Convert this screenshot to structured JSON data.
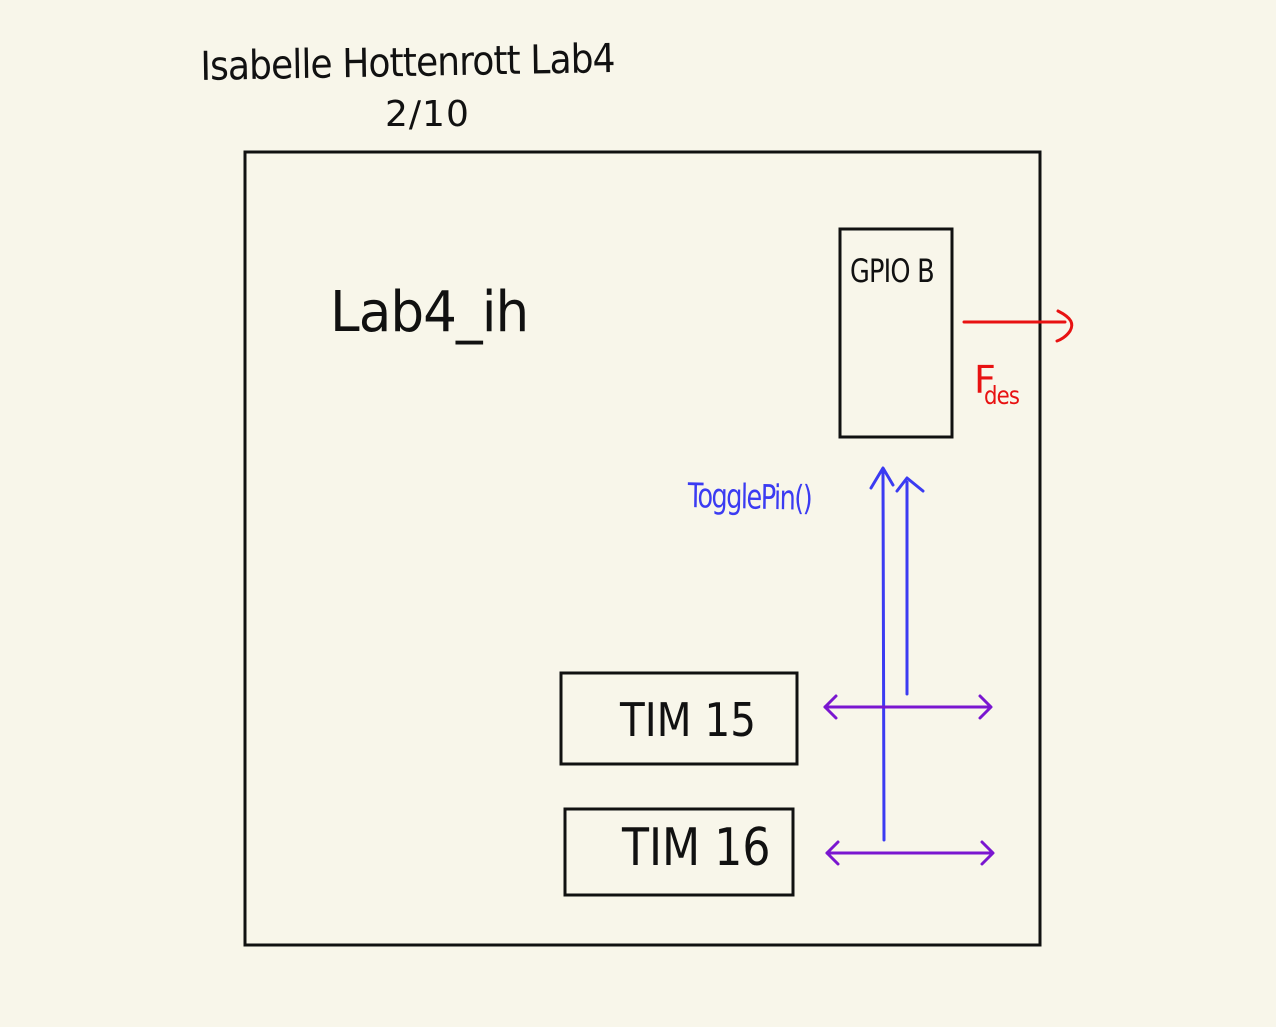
{
  "header": {
    "title": "Isabelle Hottenrott Lab4",
    "date": "2/10"
  },
  "module": {
    "label": "Lab4_ih"
  },
  "gpio": {
    "label": "GPIO B"
  },
  "signals": {
    "toggle_label": "TogglePin()",
    "output_label": "F",
    "output_sub": "des"
  },
  "timers": [
    {
      "label": "TIM 15"
    },
    {
      "label": "TIM 16"
    }
  ],
  "colors": {
    "background": "#f8f6ea",
    "ink": "#111111",
    "toggle_arrow": "#3b3bf2",
    "timer_arrow": "#7a16d0",
    "output_arrow": "#e81212"
  },
  "icons": {
    "toggle_arrow": "up-arrow-icon",
    "timer_arrow": "double-headed-arrow-icon",
    "output_arrow": "right-arrow-icon"
  }
}
